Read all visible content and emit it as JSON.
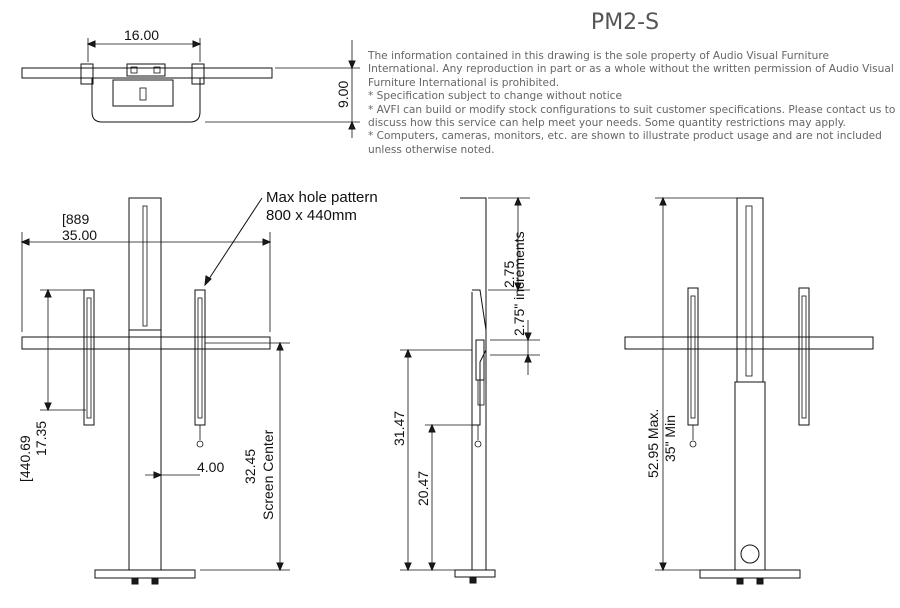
{
  "title": "PM2-S",
  "notes": [
    "The information contained in this drawing is the sole property of Audio Visual Furniture International. Any reproduction in part or as a whole without the written permission of Audio Visual Furniture International is prohibited.",
    "* Specification subject to change without notice",
    "* AVFI can build or modify stock configurations to suit customer specifications. Please contact us to discuss how this service can help meet your needs. Some quantity restrictions may apply.",
    "* Computers, cameras, monitors, etc. are shown to illustrate product usage and are not included unless otherwise noted."
  ],
  "dimensions": {
    "top_width": "16.00",
    "top_depth": "9.00",
    "width_mm": "[889",
    "width_in": "35.00",
    "hole_pattern_line1": "Max hole pattern",
    "hole_pattern_line2": "800 x 440mm",
    "bracket_mm": "[440.69",
    "bracket_in": "17.35",
    "offset": "4.00",
    "screen_center_value": "32.45",
    "screen_center_label": "Screen Center",
    "increment_value": "2.75",
    "increment_label": "2.75\" increments",
    "side_upper": "31.47",
    "side_lower": "20.47",
    "max_height": "52.95 Max.",
    "min_height": "35\" Min"
  }
}
